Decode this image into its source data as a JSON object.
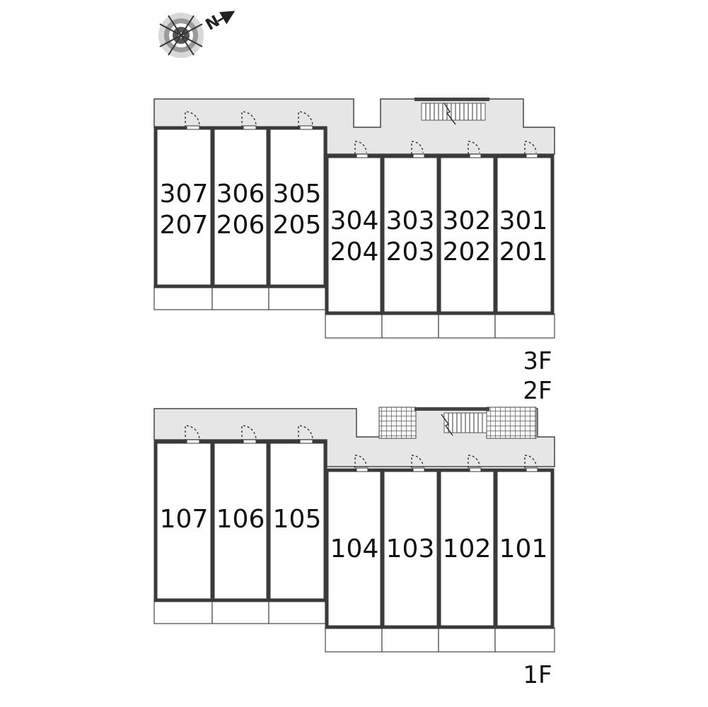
{
  "compass": {
    "icon": "north-arrow-compass-icon",
    "north_label": "N"
  },
  "upper_plan": {
    "floor_labels": [
      "3F",
      "2F"
    ],
    "units_left": [
      {
        "top": "307",
        "bottom": "207"
      },
      {
        "top": "306",
        "bottom": "206"
      },
      {
        "top": "305",
        "bottom": "205"
      }
    ],
    "units_right": [
      {
        "top": "304",
        "bottom": "204"
      },
      {
        "top": "303",
        "bottom": "203"
      },
      {
        "top": "302",
        "bottom": "202"
      },
      {
        "top": "301",
        "bottom": "201"
      }
    ],
    "stair_icon": "stair-icon"
  },
  "lower_plan": {
    "floor_label": "1F",
    "units_left": [
      {
        "label": "107"
      },
      {
        "label": "106"
      },
      {
        "label": "105"
      }
    ],
    "units_right": [
      {
        "label": "104"
      },
      {
        "label": "103"
      },
      {
        "label": "102"
      },
      {
        "label": "101"
      }
    ],
    "stair_icon": "stair-icon"
  },
  "colors": {
    "corridor": "#e6e6e6",
    "wall": "#3a3a3a",
    "hatch": "#555555"
  }
}
